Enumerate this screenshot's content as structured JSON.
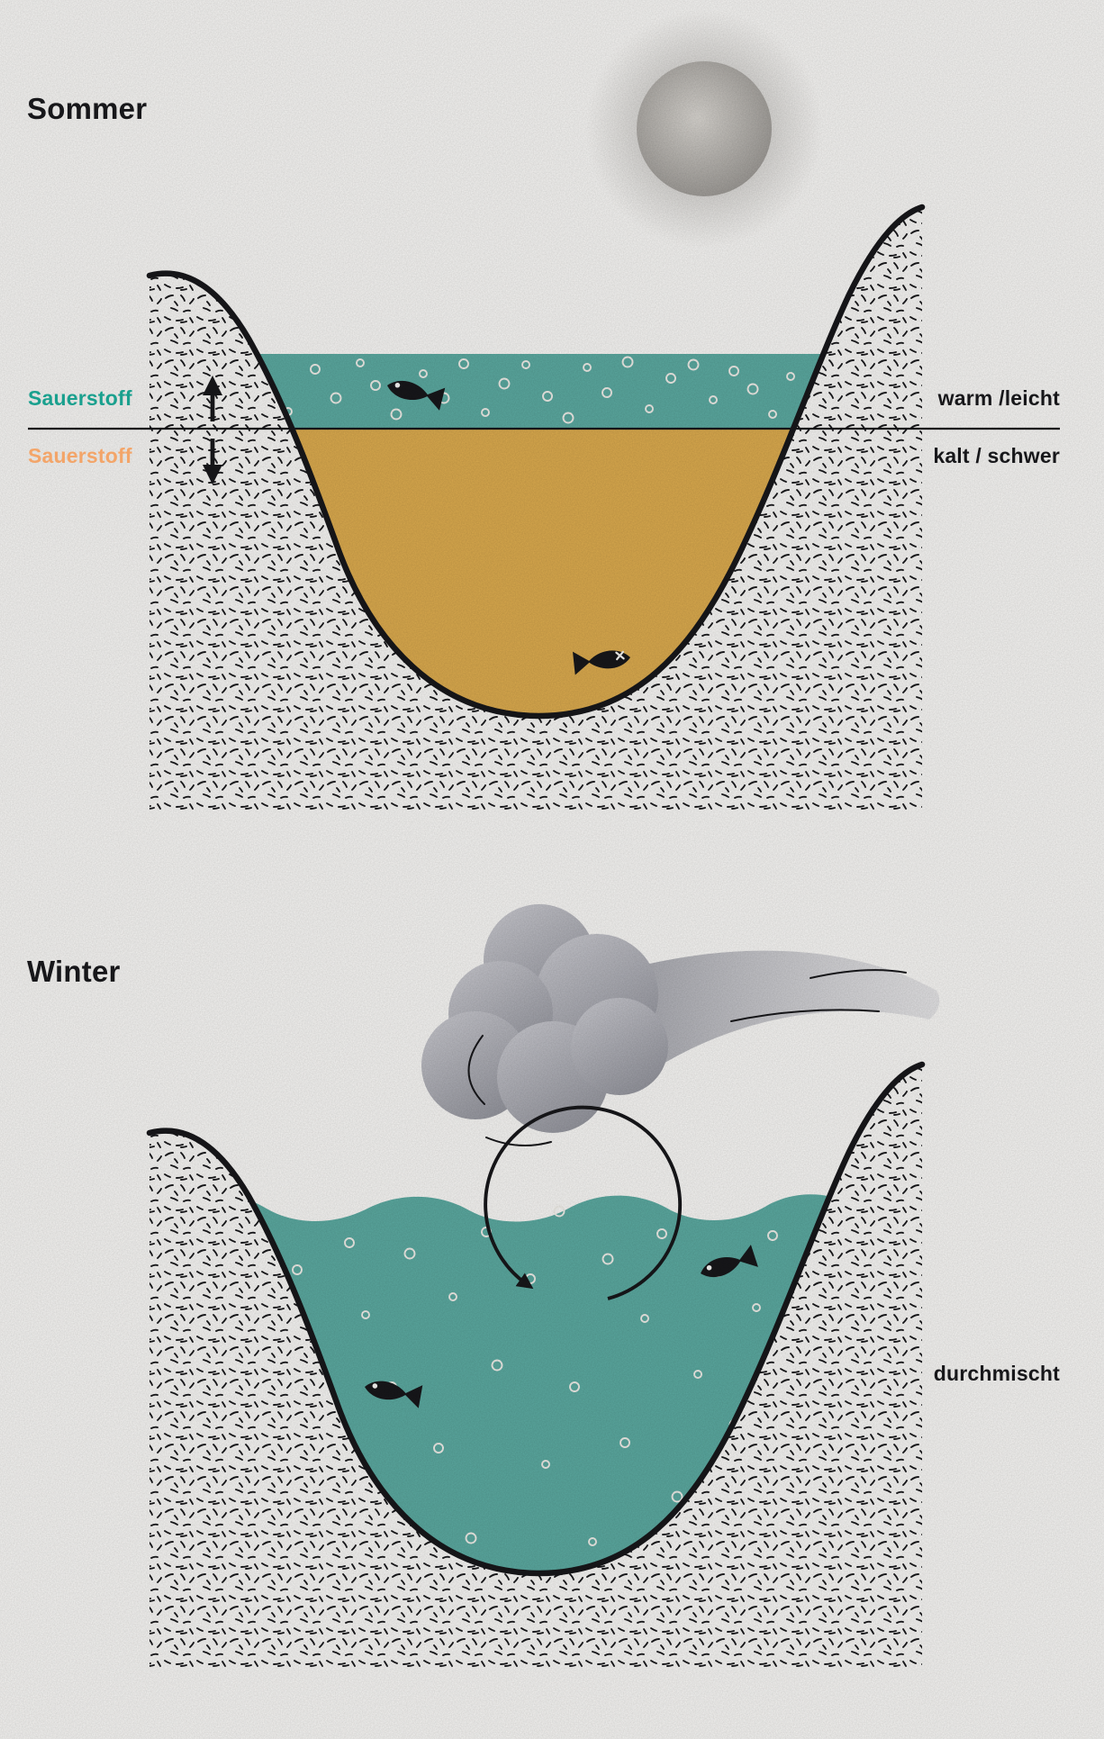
{
  "sections": {
    "summer": {
      "title": "Sommer",
      "oxygen_label_top": "Sauerstoff",
      "oxygen_label_bottom": "Sauerstoff",
      "right_label_top": "warm /leicht",
      "right_label_bottom": "kalt / schwer"
    },
    "winter": {
      "title": "Winter",
      "right_label": "durchmischt"
    }
  },
  "colors": {
    "background": "#f4f3f1",
    "ink": "#17171a",
    "water_teal": "#5aa79e",
    "water_ochre": "#d8a84d",
    "oxygen_top": "#1aa08e",
    "oxygen_bottom": "#f3a569",
    "sun_core": "#d6d3ce",
    "sun_edge": "#8f8c88",
    "cloud_light": "#c9c9cf",
    "cloud_dark": "#94959d",
    "bubble": "#eceae5"
  }
}
